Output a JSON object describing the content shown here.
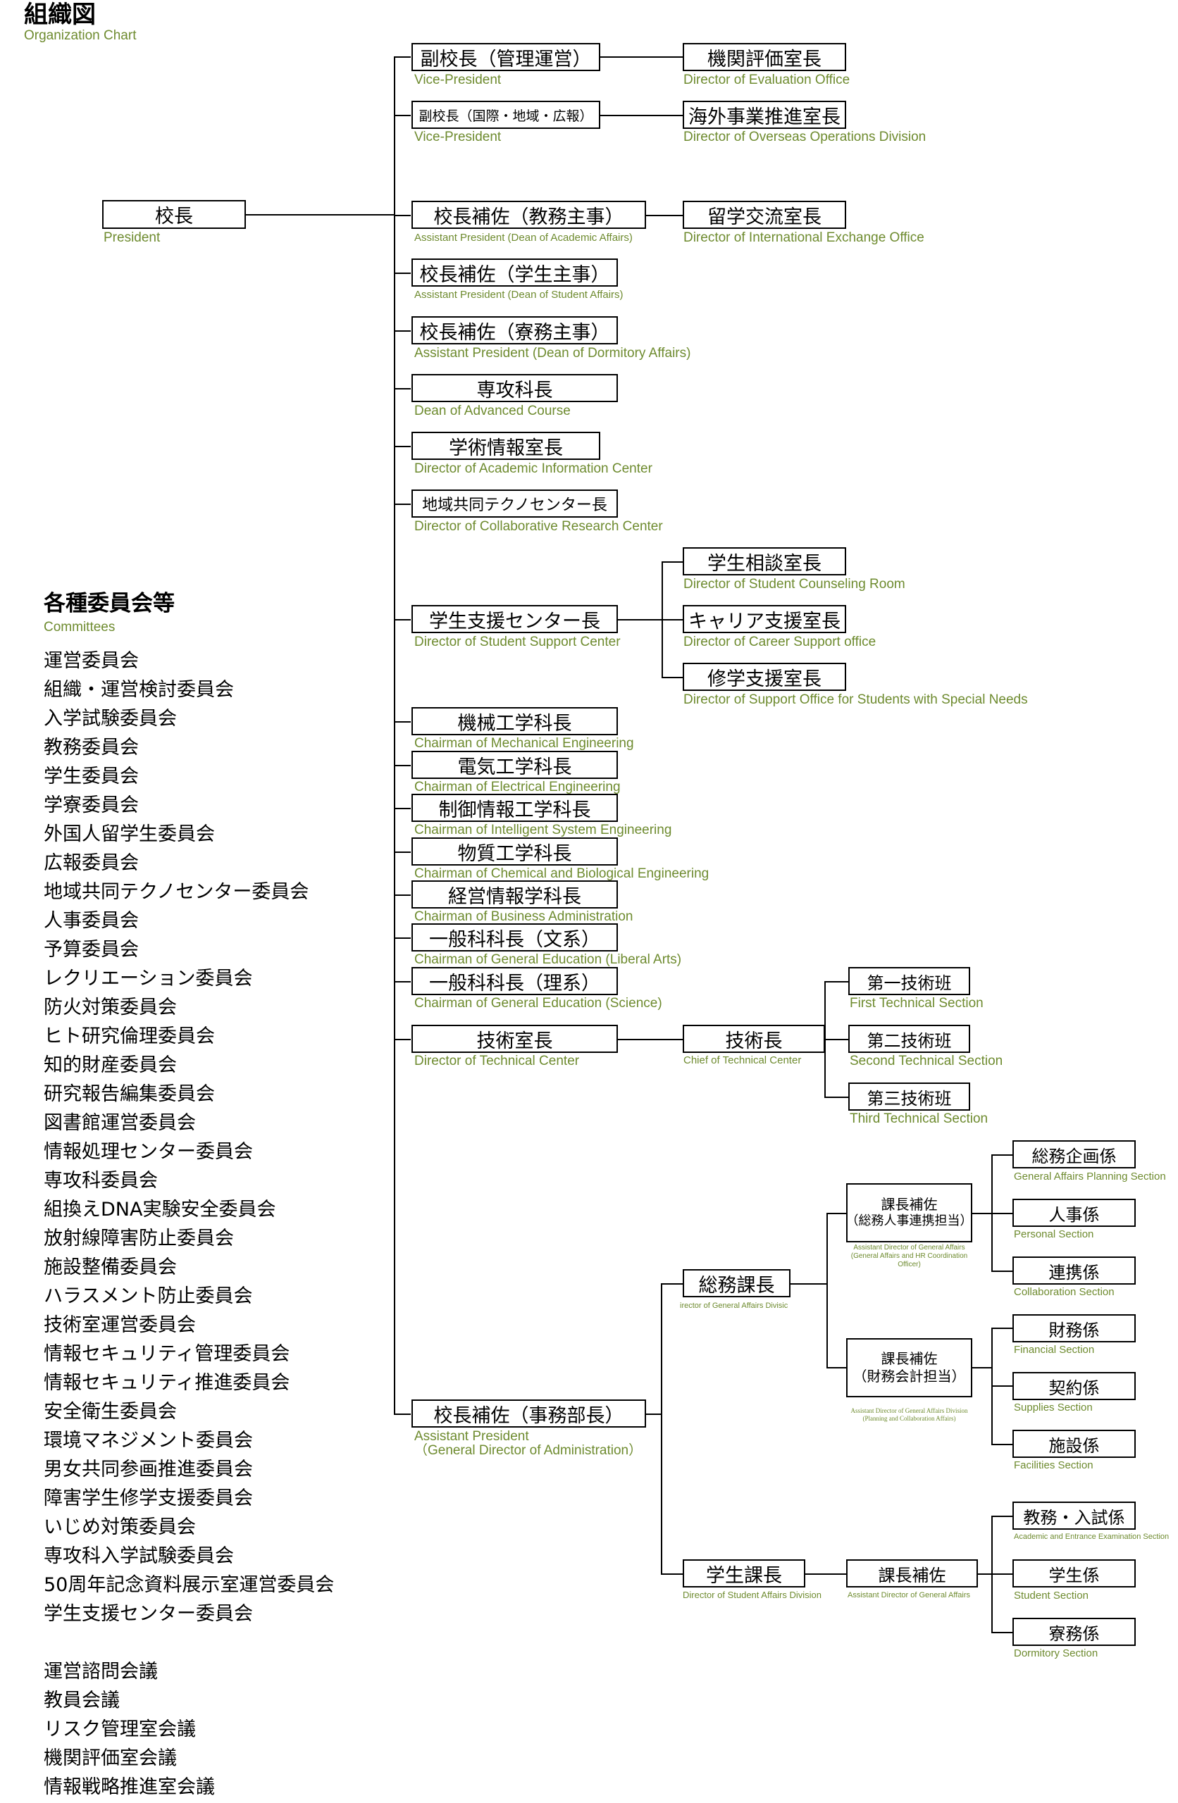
{
  "header": {
    "title": "組織図",
    "subtitle": "Organization Chart"
  },
  "president": {
    "label": "校長",
    "en": "President"
  },
  "vp1": {
    "label": "副校長（管理運営）",
    "en": "Vice-President"
  },
  "vp2": {
    "label": "副校長（国際・地域・広報）",
    "en": "Vice-President"
  },
  "eval_office": {
    "label": "機関評価室長",
    "en": "Director of Evaluation Office"
  },
  "overseas": {
    "label": "海外事業推進室長",
    "en": "Director of Overseas Operations Division"
  },
  "ap_academic": {
    "label": "校長補佐（教務主事）",
    "en": "Assistant President (Dean of Academic Affairs)"
  },
  "intl_exchange": {
    "label": "留学交流室長",
    "en": "Director of International Exchange Office"
  },
  "ap_student": {
    "label": "校長補佐（学生主事）",
    "en": "Assistant President (Dean of Student Affairs)"
  },
  "ap_dorm": {
    "label": "校長補佐（寮務主事）",
    "en": "Assistant President (Dean of Dormitory Affairs)"
  },
  "adv_course": {
    "label": "専攻科長",
    "en": "Dean of Advanced Course"
  },
  "academic_info": {
    "label": "学術情報室長",
    "en": "Director of Academic Information Center"
  },
  "collab_center": {
    "label": "地域共同テクノセンター長",
    "en": "Director of Collaborative Research Center"
  },
  "student_support": {
    "label": "学生支援センター長",
    "en": "Director of Student Support Center"
  },
  "counseling": {
    "label": "学生相談室長",
    "en": "Director of  Student Counseling Room"
  },
  "career": {
    "label": "キャリア支援室長",
    "en": "Director of Career Support office"
  },
  "special_needs": {
    "label": "修学支援室長",
    "en": "Director of Support Office for Students with Special Needs"
  },
  "mech": {
    "label": "機械工学科長",
    "en": "Chairman of Mechanical Engineering"
  },
  "elec": {
    "label": "電気工学科長",
    "en": "Chairman of Electrical Engineering"
  },
  "intel": {
    "label": "制御情報工学科長",
    "en": "Chairman of Intelligent System Engineering"
  },
  "chem": {
    "label": "物質工学科長",
    "en": "Chairman of Chemical and Biological Engineering"
  },
  "biz": {
    "label": "経営情報学科長",
    "en": "Chairman of Business Administration"
  },
  "gen_lib": {
    "label": "一般科科長（文系）",
    "en": "Chairman of General Education (Liberal Arts)"
  },
  "gen_sci": {
    "label": "一般科科長（理系）",
    "en": "Chairman of General Education (Science)"
  },
  "tech_center": {
    "label": "技術室長",
    "en": "Director of Technical Center"
  },
  "tech_chief": {
    "label": "技術長",
    "en": "Chief of Technical Center"
  },
  "tech1": {
    "label": "第一技術班",
    "en": "First Technical Section"
  },
  "tech2": {
    "label": "第二技術班",
    "en": "Second Technical Section"
  },
  "tech3": {
    "label": "第三技術班",
    "en": "Third Technical Section"
  },
  "ap_admin": {
    "label": "校長補佐（事務部長）",
    "en1": "Assistant President",
    "en2": "（General Director of Administration）"
  },
  "ga_div": {
    "label": "総務課長",
    "en": "irector of General Affairs Divisic"
  },
  "ga_asst1": {
    "l1": "課長補佐",
    "l2": "（総務人事連携担当）",
    "en": "Assistant Director of General Affairs (General Affairs and HR Coordination Officer)"
  },
  "ga_asst2": {
    "l1": "課長補佐",
    "l2": "（財務会計担当）",
    "en": "Assistant Director of General Affairs Division (Planning and Collaboration Affairs)"
  },
  "ga_planning": {
    "label": "総務企画係",
    "en": "General Affairs Planning Section"
  },
  "personal": {
    "label": "人事係",
    "en": "Personal Section"
  },
  "collab_sec": {
    "label": "連携係",
    "en": "Collaboration Section"
  },
  "financial": {
    "label": "財務係",
    "en": "Financial Section"
  },
  "supplies": {
    "label": "契約係",
    "en": "Supplies Section"
  },
  "facilities": {
    "label": "施設係",
    "en": "Facilities Section"
  },
  "sa_div": {
    "label": "学生課長",
    "en": "Director of  Student Affairs Division"
  },
  "sa_asst": {
    "label": "課長補佐",
    "en": "Assistant Director of General Affairs"
  },
  "acad_entrance": {
    "label": "教務・入試係",
    "en": "Academic and Entrance Examination Section"
  },
  "student_sec": {
    "label": "学生係",
    "en": "Student Section"
  },
  "dorm_sec": {
    "label": "寮務係",
    "en": "Dormitory Section"
  },
  "committees": {
    "title": "各種委員会等",
    "subtitle": "Committees",
    "items": [
      "運営委員会",
      "組織・運営検討委員会",
      "入学試験委員会",
      "教務委員会",
      "学生委員会",
      "学寮委員会",
      "外国人留学生委員会",
      "広報委員会",
      "地域共同テクノセンター委員会",
      "人事委員会",
      "予算委員会",
      "レクリエーション委員会",
      "防火対策委員会",
      "ヒト研究倫理委員会",
      "知的財産委員会",
      "研究報告編集委員会",
      "図書館運営委員会",
      "情報処理センター委員会",
      "専攻科委員会",
      "組換えDNA実験安全委員会",
      "放射線障害防止委員会",
      "施設整備委員会",
      "ハラスメント防止委員会",
      "技術室運営委員会",
      "情報セキュリティ管理委員会",
      "情報セキュリティ推進委員会",
      "安全衛生委員会",
      "環境マネジメント委員会",
      "男女共同参画推進委員会",
      "障害学生修学支援委員会",
      "いじめ対策委員会",
      "専攻科入学試験委員会",
      "50周年記念資料展示室運営委員会",
      "学生支援センター委員会"
    ],
    "meetings": [
      "運営諮問会議",
      "教員会議",
      "リスク管理室会議",
      "機関評価室会議",
      "情報戦略推進室会議"
    ]
  }
}
